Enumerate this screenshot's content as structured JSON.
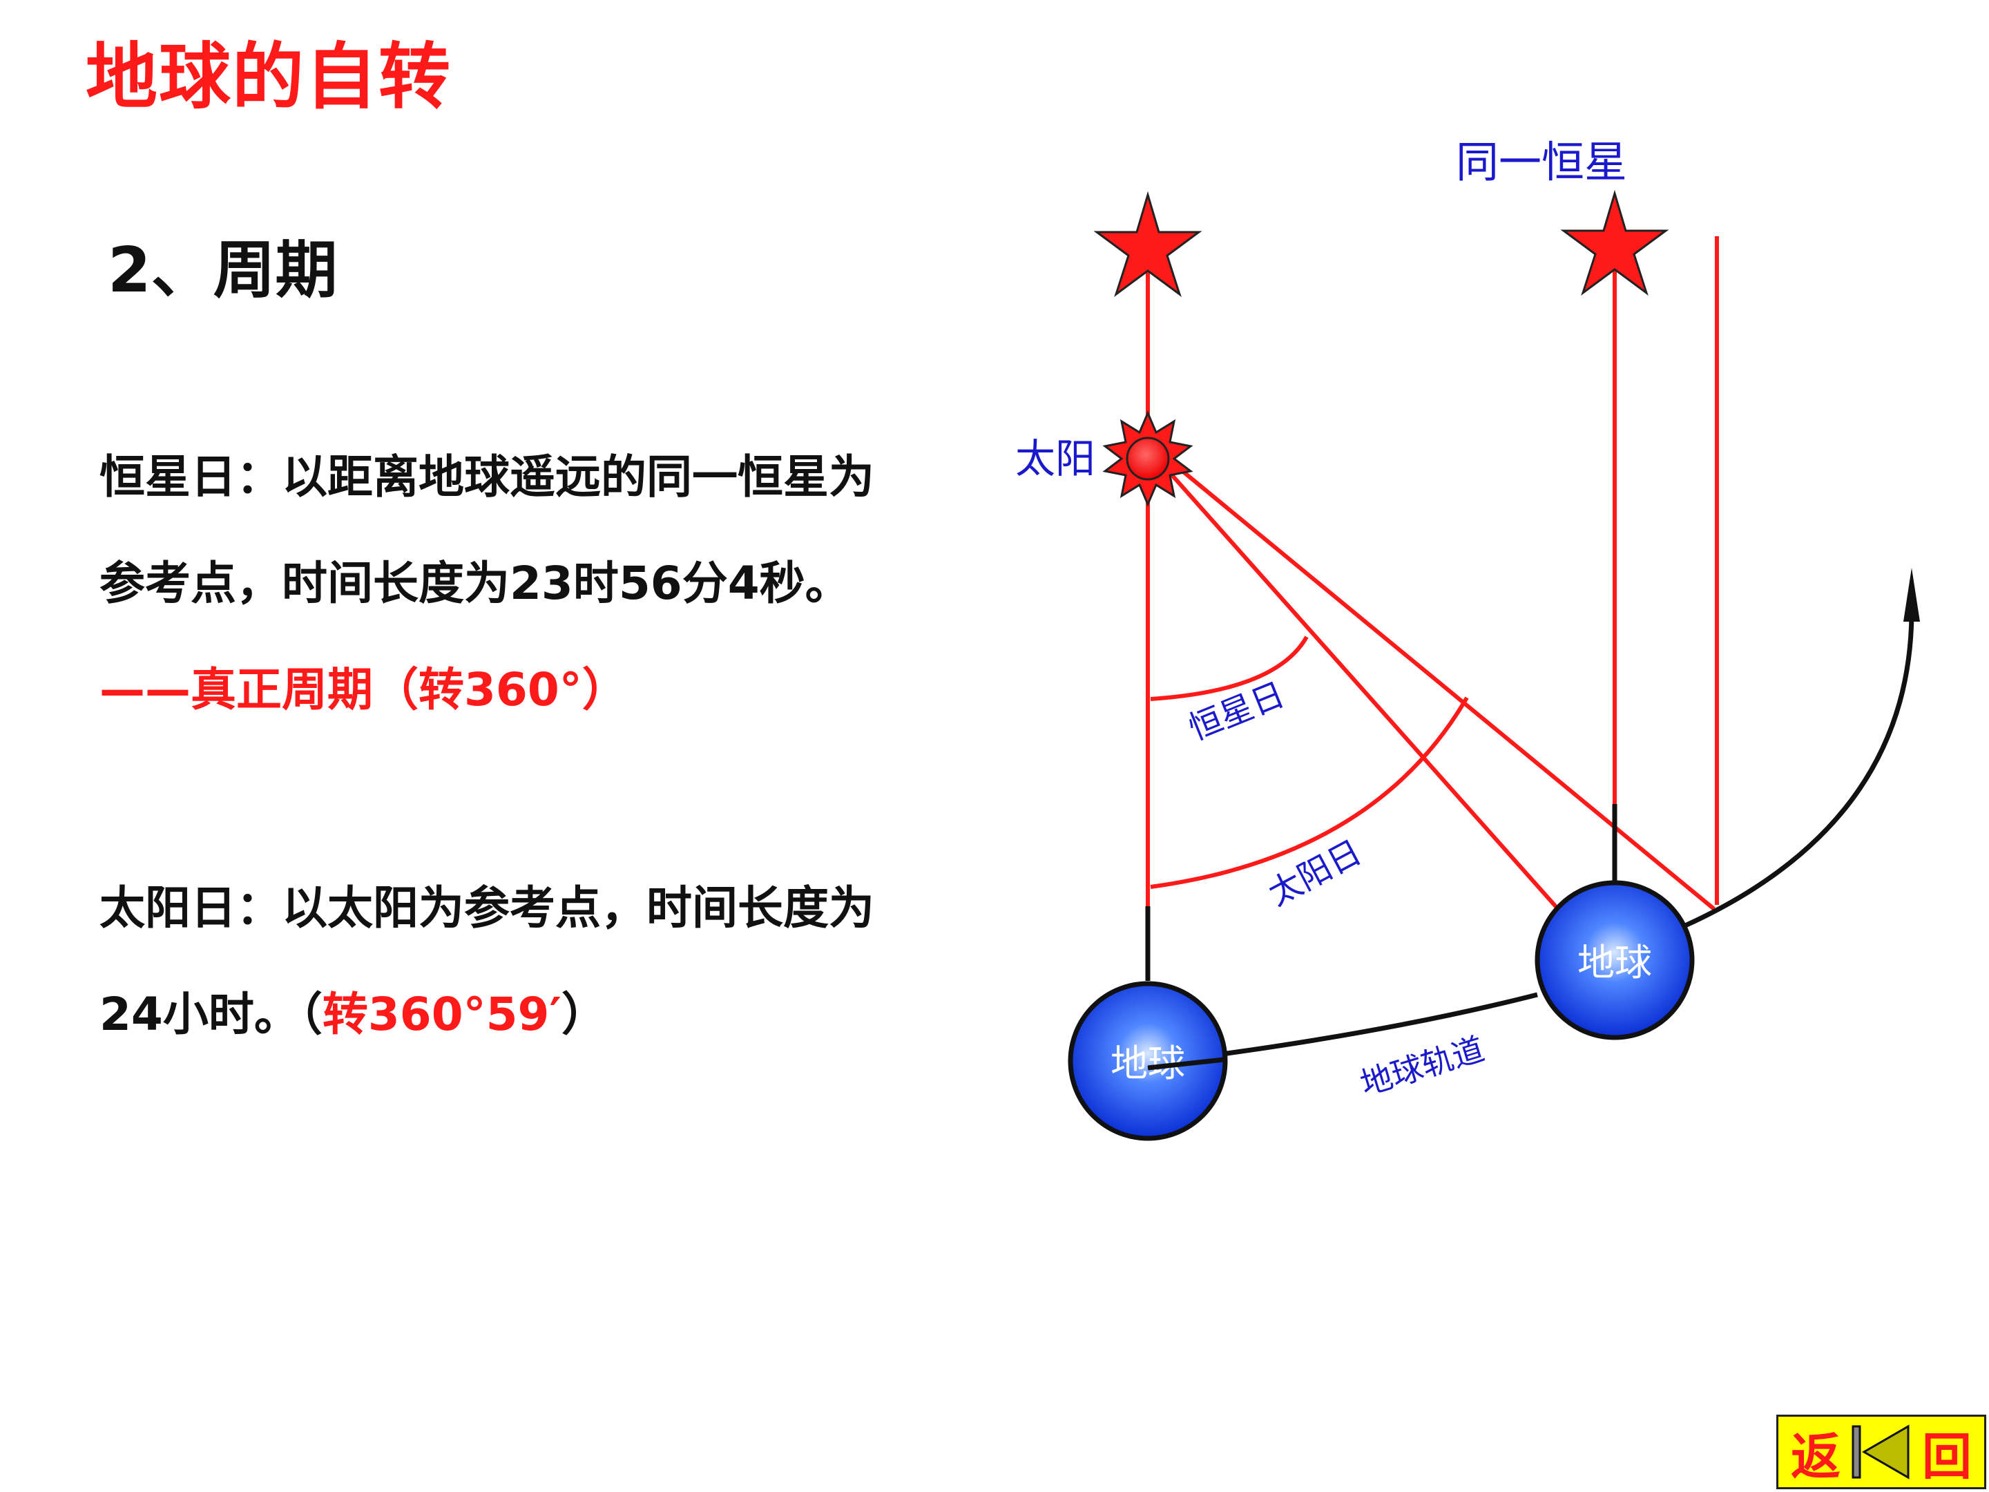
{
  "slide": {
    "title": "地球的自转",
    "section": "2、周期",
    "sidereal": {
      "line1": "恒星日：以距离地球遥远的同一恒星为",
      "line2": "参考点，时间长度为23时56分4秒。",
      "line3": "——真正周期（转360°）"
    },
    "solar": {
      "line1": "太阳日：以太阳为参考点，时间长度为",
      "line2_prefix": "24小时。（",
      "line2_red": "转360°59′",
      "line2_suffix": "）"
    }
  },
  "diagram": {
    "star_label": "同一恒星",
    "sun_label": "太阳",
    "sidereal_day_label": "恒星日",
    "solar_day_label": "太阳日",
    "earth_label_1": "地球",
    "earth_label_2": "地球",
    "orbit_label": "地球轨道",
    "colors": {
      "line": "#ff1a1a",
      "label": "#1a1acc",
      "earth": "#2255ee",
      "orbit": "#111111"
    }
  },
  "nav": {
    "left": "返",
    "right": "回"
  }
}
